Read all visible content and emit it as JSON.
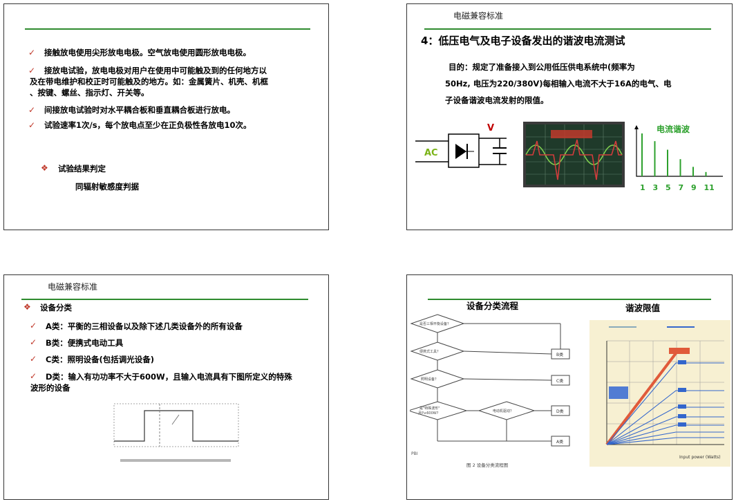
{
  "slide1": {
    "bullets": [
      "接触放电使用尖形放电电极。空气放电使用圆形放电电极。",
      "接放电试验，放电电极对用户在使用中可能触及到的任何地方以",
      "及在带电维护和校正时可能触及的地方。如：金属簧片、机壳、机框",
      "、按键、螺丝、指示灯、开关等。",
      "间接放电试验时对水平耦合板和垂直耦合板进行放电。",
      "试验速率1次/s，每个放电点至少在正负极性各放电10次。"
    ],
    "section_title": "试验结果判定",
    "section_text": "同辐射敏感度判据"
  },
  "slide2": {
    "header": "电磁兼容标准",
    "title": "4：低压电气及电子设备发出的谐波电流测试",
    "purpose_line1": "目的：规定了准备接入到公用低压供电系统中(频率为",
    "purpose_line2": "50Hz, 电压为220/380V)每相输入电流不大于16A的电气、电",
    "purpose_line3": "子设备谐波电流发射的限值。",
    "ac_label": "AC",
    "v_label": "V",
    "harmonic_title": "电流谐波",
    "harmonic_ticks": [
      "1",
      "3",
      "5",
      "7",
      "9",
      "11"
    ],
    "harmonic_values": [
      1.0,
      0.82,
      0.62,
      0.4,
      0.22,
      0.1
    ]
  },
  "slide3": {
    "header": "电磁兼容标准",
    "section_title": "设备分类",
    "items": [
      "A类：平衡的三相设备以及除下述几类设备外的所有设备",
      "B类：便携式电动工具",
      "C类：照明设备(包括调光设备)",
      "D类：输入有功功率不大于600W，且输入电流具有下图所定义的特殊",
      "波形的设备"
    ]
  },
  "slide4": {
    "flow_title": "设备分类流程",
    "limit_title": "谐波限值",
    "flow_caption": "图 2  设备分类流程图",
    "flow_boxes": [
      "B类",
      "C类",
      "D类",
      "A类"
    ],
    "limit_xlabel": "Input power (Watts)"
  },
  "colors": {
    "rule": "#2e8b2e",
    "bullet": "#c0392b",
    "ac": "#7ab317",
    "v": "#c00000",
    "harm": "#2ca02c"
  }
}
